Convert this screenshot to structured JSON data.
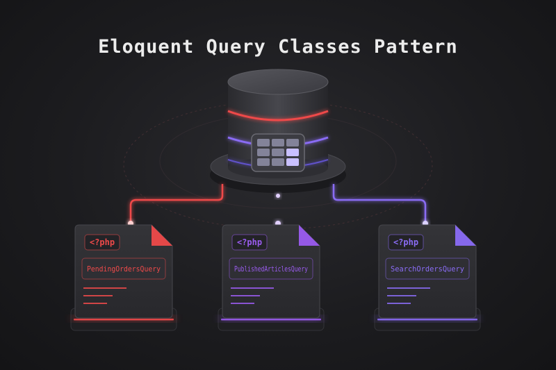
{
  "title": "Eloquent Query Classes Pattern",
  "colors": {
    "red": "#ef4a4a",
    "purple": "#9b5cf0",
    "violet": "#8a6cf5",
    "background": "#1c1c1f",
    "card": "#2b2b2f"
  },
  "database": {
    "icon": "database-cylinder-icon",
    "badge_icon": "grid-table-icon"
  },
  "cards": [
    {
      "tag": "<?php",
      "class_name": "PendingOrdersQuery",
      "accent": "#ef4a4a"
    },
    {
      "tag": "<?php",
      "class_name": "PublishedArticlesQuery",
      "accent": "#9b5cf0"
    },
    {
      "tag": "<?php",
      "class_name": "SearchOrdersQuery",
      "accent": "#8a6cf5"
    }
  ]
}
